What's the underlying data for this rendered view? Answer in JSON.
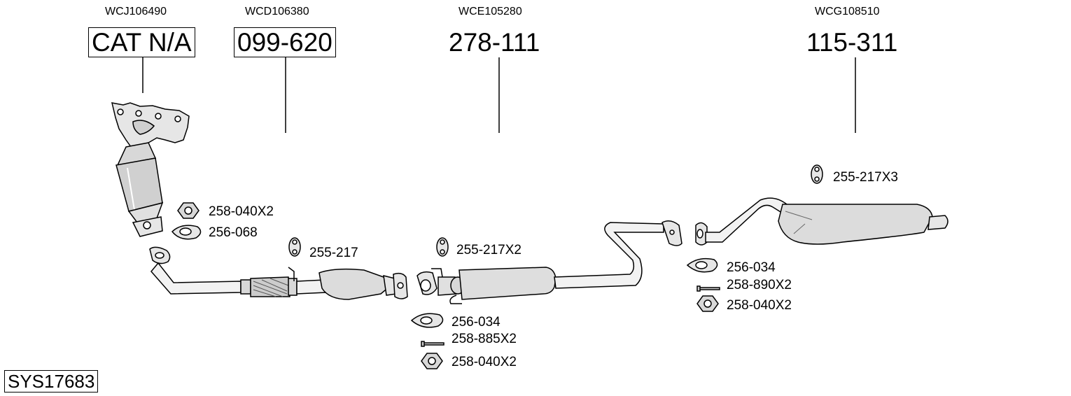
{
  "diagram": {
    "system_code": "SYS17683",
    "sections": [
      {
        "ref": "WCJ106490",
        "part": "CAT N/A",
        "boxed": true
      },
      {
        "ref": "WCD106380",
        "part": "099-620",
        "boxed": true
      },
      {
        "ref": "WCE105280",
        "part": "278-111",
        "boxed": false
      },
      {
        "ref": "WCG108510",
        "part": "115-311",
        "boxed": false
      }
    ],
    "fittings": [
      "258-040X2",
      "256-068",
      "255-217",
      "255-217X2",
      "256-034",
      "258-885X2",
      "258-040X2",
      "255-217X3",
      "256-034",
      "258-890X2",
      "258-040X2"
    ]
  }
}
